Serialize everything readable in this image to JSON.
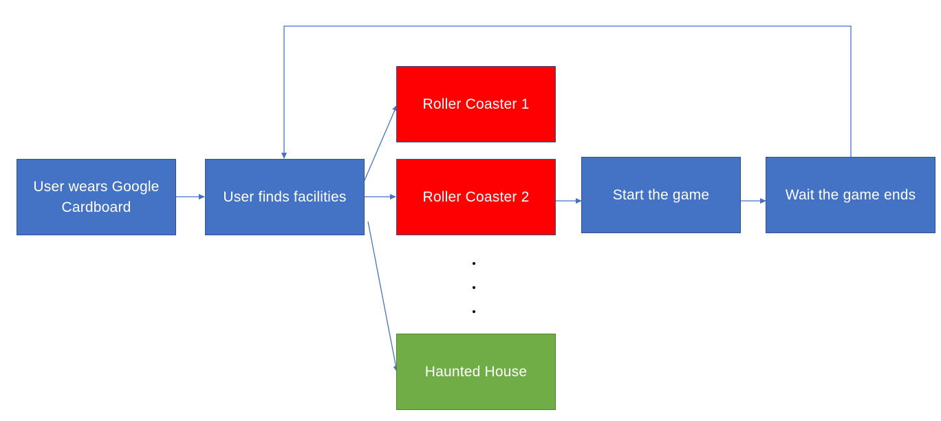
{
  "colors": {
    "process": "#4472c4",
    "rollercoaster": "#ff0000",
    "haunted": "#70ad47",
    "connector": "#4472c4"
  },
  "nodes": {
    "wear_cardboard": "User wears Google Cardboard",
    "find_facilities": "User finds facilities",
    "roller_coaster_1": "Roller Coaster 1",
    "roller_coaster_2": "Roller Coaster 2",
    "haunted_house": "Haunted House",
    "start_game": "Start the game",
    "wait_game_ends": "Wait the game ends"
  }
}
